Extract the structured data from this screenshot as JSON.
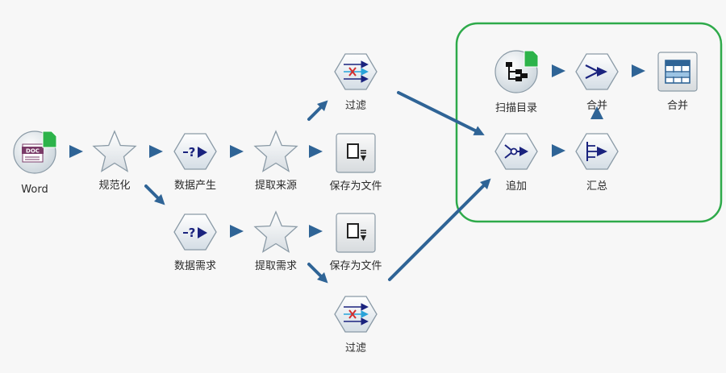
{
  "nodes": {
    "word": {
      "label": "Word",
      "badge": "DOC"
    },
    "normalize": {
      "label": "规范化"
    },
    "data_gen": {
      "label": "数据产生"
    },
    "extract_src": {
      "label": "提取来源"
    },
    "filter_top": {
      "label": "过滤"
    },
    "save_top": {
      "label": "保存为文件"
    },
    "data_req": {
      "label": "数据需求"
    },
    "extract_req": {
      "label": "提取需求"
    },
    "save_bottom": {
      "label": "保存为文件"
    },
    "filter_bottom": {
      "label": "过滤"
    },
    "scan_dir": {
      "label": "扫描目录"
    },
    "merge": {
      "label": "合并"
    },
    "table_out": {
      "label": "合并"
    },
    "append": {
      "label": "追加"
    },
    "aggregate": {
      "label": "汇总"
    }
  },
  "colors": {
    "flow": "#2f6496",
    "group_border": "#2eaa4a",
    "icon_blue": "#1a237e",
    "icon_red": "#d32f2f",
    "icon_cyan": "#29a3d9",
    "badge_green": "#2db34a",
    "doc_purple": "#7a3b68"
  }
}
